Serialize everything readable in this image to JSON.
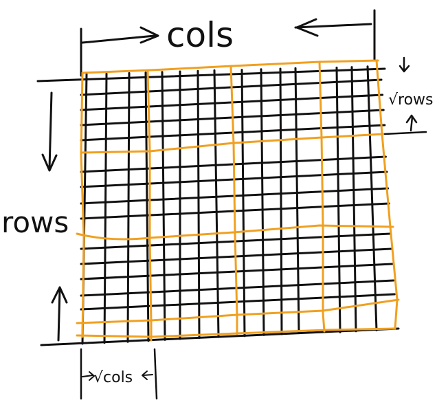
{
  "labels": {
    "cols": "cols",
    "rows": "rows",
    "sqrt_rows": "√rows",
    "sqrt_cols": "√cols"
  },
  "colors": {
    "ink": "#111111",
    "highlight": "#f0a020"
  }
}
